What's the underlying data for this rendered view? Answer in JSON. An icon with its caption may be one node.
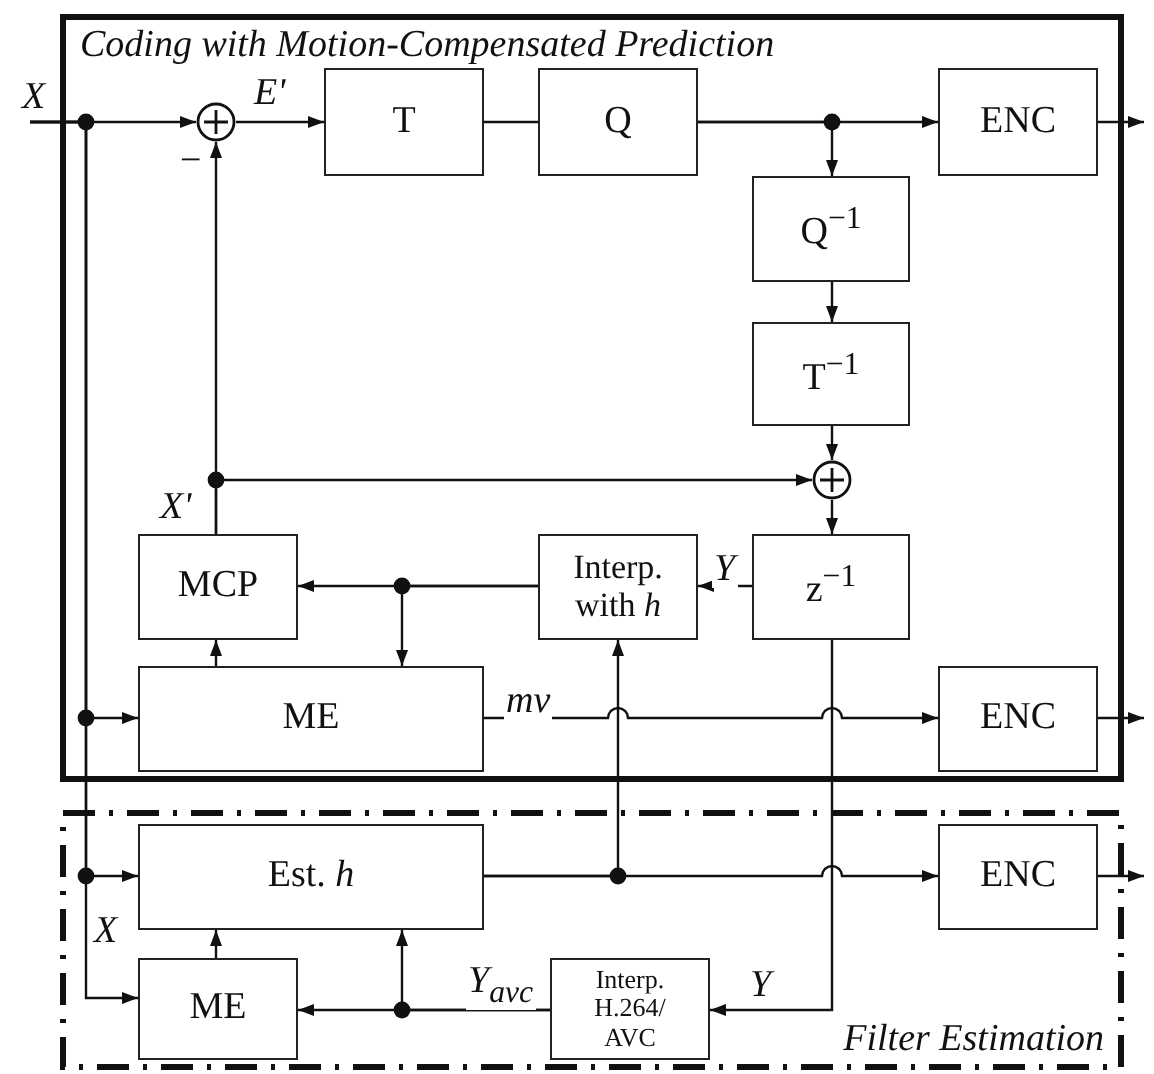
{
  "diagram": {
    "nodes": [
      {
        "text": [
          "Coding with Motion-Compensated Prediction"
        ]
      },
      {
        "text": [],
        "shape": "circle",
        "in": 0,
        "beside": [
          "−"
        ]
      },
      {
        "text": [
          "T"
        ],
        "in": 0
      },
      {
        "text": [
          "Q"
        ],
        "in": 0
      },
      {
        "text": [
          "ENC"
        ],
        "in": 0
      },
      {
        "text": [
          "Q$^{−1}$"
        ],
        "in": 0
      },
      {
        "text": [
          "T$^{−1}$"
        ],
        "in": 0
      },
      {
        "text": [],
        "shape": "circle",
        "in": 0
      },
      {
        "text": [
          "MCP"
        ],
        "in": 0
      },
      {
        "text": [
          "Interp. with *h*"
        ],
        "in": 0
      },
      {
        "text": [
          "z$^{−1}$"
        ],
        "in": 0
      },
      {
        "text": [
          "ME"
        ],
        "in": 0
      },
      {
        "text": [
          "ENC"
        ],
        "in": 0
      },
      {
        "text": [
          "Filter Estimation"
        ]
      },
      {
        "text": [
          "Est. *h*"
        ],
        "in": 13
      },
      {
        "text": [
          "ENC"
        ],
        "in": 13
      },
      {
        "text": [
          "ME"
        ],
        "in": 13
      },
      {
        "text": [
          "Interp. H.264/ AVC"
        ],
        "in": 13
      }
    ],
    "edges": [
      {
        "from": null,
        "to": 1,
        "arrow": "to",
        "label": "X"
      },
      {
        "from": null,
        "to": 11,
        "arrow": "to"
      },
      {
        "from": null,
        "to": 14,
        "arrow": "to"
      },
      {
        "from": null,
        "to": 16,
        "arrow": "to",
        "label": "X"
      },
      {
        "from": 1,
        "to": 2,
        "arrow": "to",
        "label": "E'"
      },
      {
        "from": 2,
        "to": 3,
        "arrow": "none"
      },
      {
        "from": 3,
        "to": 4,
        "arrow": "to"
      },
      {
        "from": 3,
        "to": 5,
        "arrow": "to"
      },
      {
        "from": 5,
        "to": 6,
        "arrow": "to"
      },
      {
        "from": 6,
        "to": 7,
        "arrow": "to"
      },
      {
        "from": 7,
        "to": 10,
        "arrow": "to"
      },
      {
        "from": 10,
        "to": 9,
        "arrow": "to",
        "label": "Y"
      },
      {
        "from": 9,
        "to": 8,
        "arrow": "to"
      },
      {
        "from": 9,
        "to": 11,
        "arrow": "to"
      },
      {
        "from": 8,
        "to": 1,
        "arrow": "to",
        "label": "X'"
      },
      {
        "from": 8,
        "to": 7,
        "arrow": "to"
      },
      {
        "from": 11,
        "to": 8,
        "arrow": "to"
      },
      {
        "from": 11,
        "to": 12,
        "arrow": "to",
        "label": "mv"
      },
      {
        "from": 4,
        "to": null,
        "arrow": "to"
      },
      {
        "from": 12,
        "to": null,
        "arrow": "to"
      },
      {
        "from": 14,
        "to": 15,
        "arrow": "to"
      },
      {
        "from": 14,
        "to": 9,
        "arrow": "to"
      },
      {
        "from": 15,
        "to": null,
        "arrow": "to"
      },
      {
        "from": 10,
        "to": 17,
        "arrow": "to",
        "label": "Y"
      },
      {
        "from": 16,
        "to": 14,
        "arrow": "to"
      },
      {
        "from": 17,
        "to": 16,
        "arrow": "to",
        "label": "Y$_{avc}$"
      },
      {
        "from": 17,
        "to": 14,
        "arrow": "to"
      }
    ]
  }
}
